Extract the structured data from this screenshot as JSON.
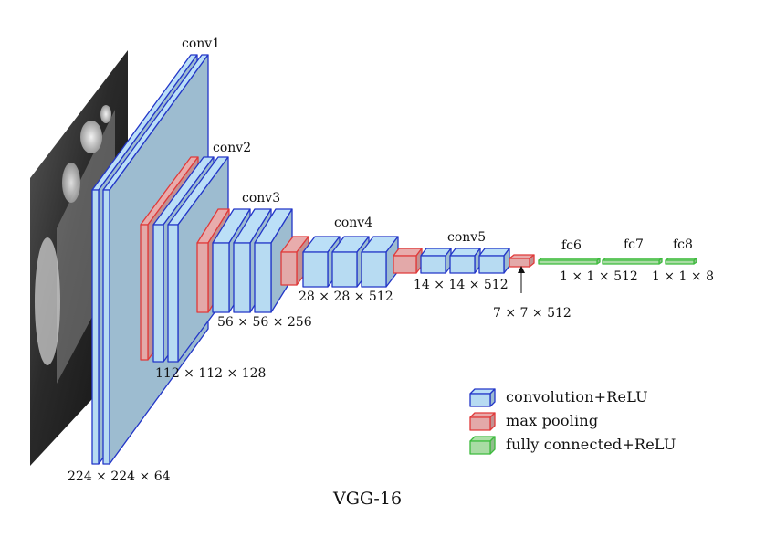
{
  "caption": "VGG-16",
  "colors": {
    "conv_fill": "#b7dbf2",
    "conv_stroke": "#2336c8",
    "pool_fill": "#e3a9a9",
    "pool_stroke": "#e03a3a",
    "fc_fill": "#a9dca4",
    "fc_stroke": "#3dbb3d"
  },
  "labels": {
    "conv1": "conv1",
    "conv2": "conv2",
    "conv3": "conv3",
    "conv4": "conv4",
    "conv5": "conv5",
    "fc6": "fc6",
    "fc7": "fc7",
    "fc8": "fc8"
  },
  "dims": {
    "d224": "224 × 224 × 64",
    "d112": "112 × 112 × 128",
    "d56": "56 × 56 × 256",
    "d28": "28 × 28 × 512",
    "d14": "14 × 14 × 512",
    "d7": "7 × 7 × 512",
    "d1_512": "1 × 1 × 512",
    "d1_8": "1 × 1 × 8"
  },
  "legend": {
    "conv": "convolution+ReLU",
    "pool": "max pooling",
    "fc": "fully connected+ReLU"
  }
}
